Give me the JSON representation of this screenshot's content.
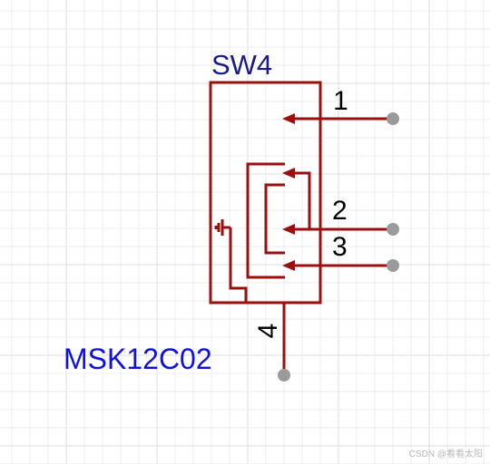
{
  "colors": {
    "grid_minor": "#ececec",
    "grid_major": "#dcdcdc",
    "body_line": "#9b0f0f",
    "pin_end": "#9a9a9a",
    "ref_text": "#1a1a8a",
    "part_text": "#1010e0"
  },
  "component": {
    "designator": "SW4",
    "part_number": "MSK12C02",
    "type_icon": "slide-switch-spdt-symbol"
  },
  "pins": [
    {
      "number": "1"
    },
    {
      "number": "2"
    },
    {
      "number": "3"
    },
    {
      "number": "4"
    }
  ],
  "watermark": "CSDN @看看太阳"
}
